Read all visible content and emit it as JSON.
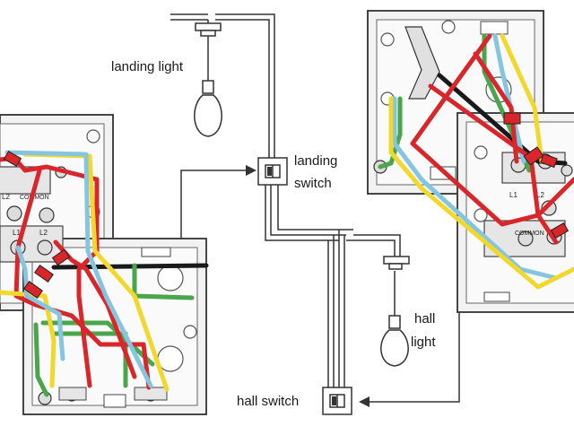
{
  "labels": {
    "landing_light": "landing light",
    "landing_switch_line1": "landing",
    "landing_switch_line2": "switch",
    "hall_light_line1": "hall",
    "hall_light_line2": "light",
    "hall_switch": "hall switch"
  },
  "terminals": {
    "l2": "L2",
    "common": "COMMON",
    "l1": "L1"
  },
  "colors": {
    "red": "#d8262b",
    "yellow": "#f2d82c",
    "blue": "#86c5e0",
    "green": "#4aa64a",
    "black": "#1a1a1a",
    "box_fill": "#f2f2f2",
    "line": "#333333"
  }
}
